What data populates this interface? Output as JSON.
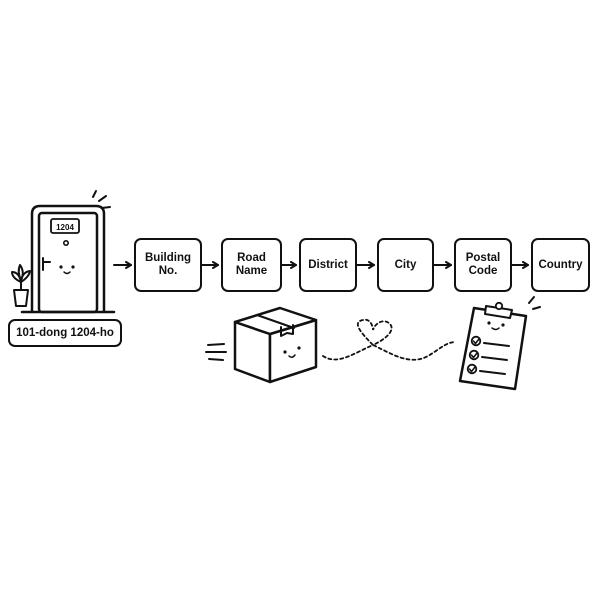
{
  "door": {
    "number": "1204"
  },
  "address_label": "101-dong 1204-ho",
  "steps": [
    {
      "label": "Building No."
    },
    {
      "label": "Road Name"
    },
    {
      "label": "District"
    },
    {
      "label": "City"
    },
    {
      "label": "Postal Code"
    },
    {
      "label": "Country"
    }
  ],
  "icons": [
    "door-icon",
    "plant-icon",
    "package-box-icon",
    "heart-dashed-path-icon",
    "clipboard-checklist-icon"
  ],
  "colors": {
    "stroke": "#111111",
    "background": "#ffffff"
  }
}
